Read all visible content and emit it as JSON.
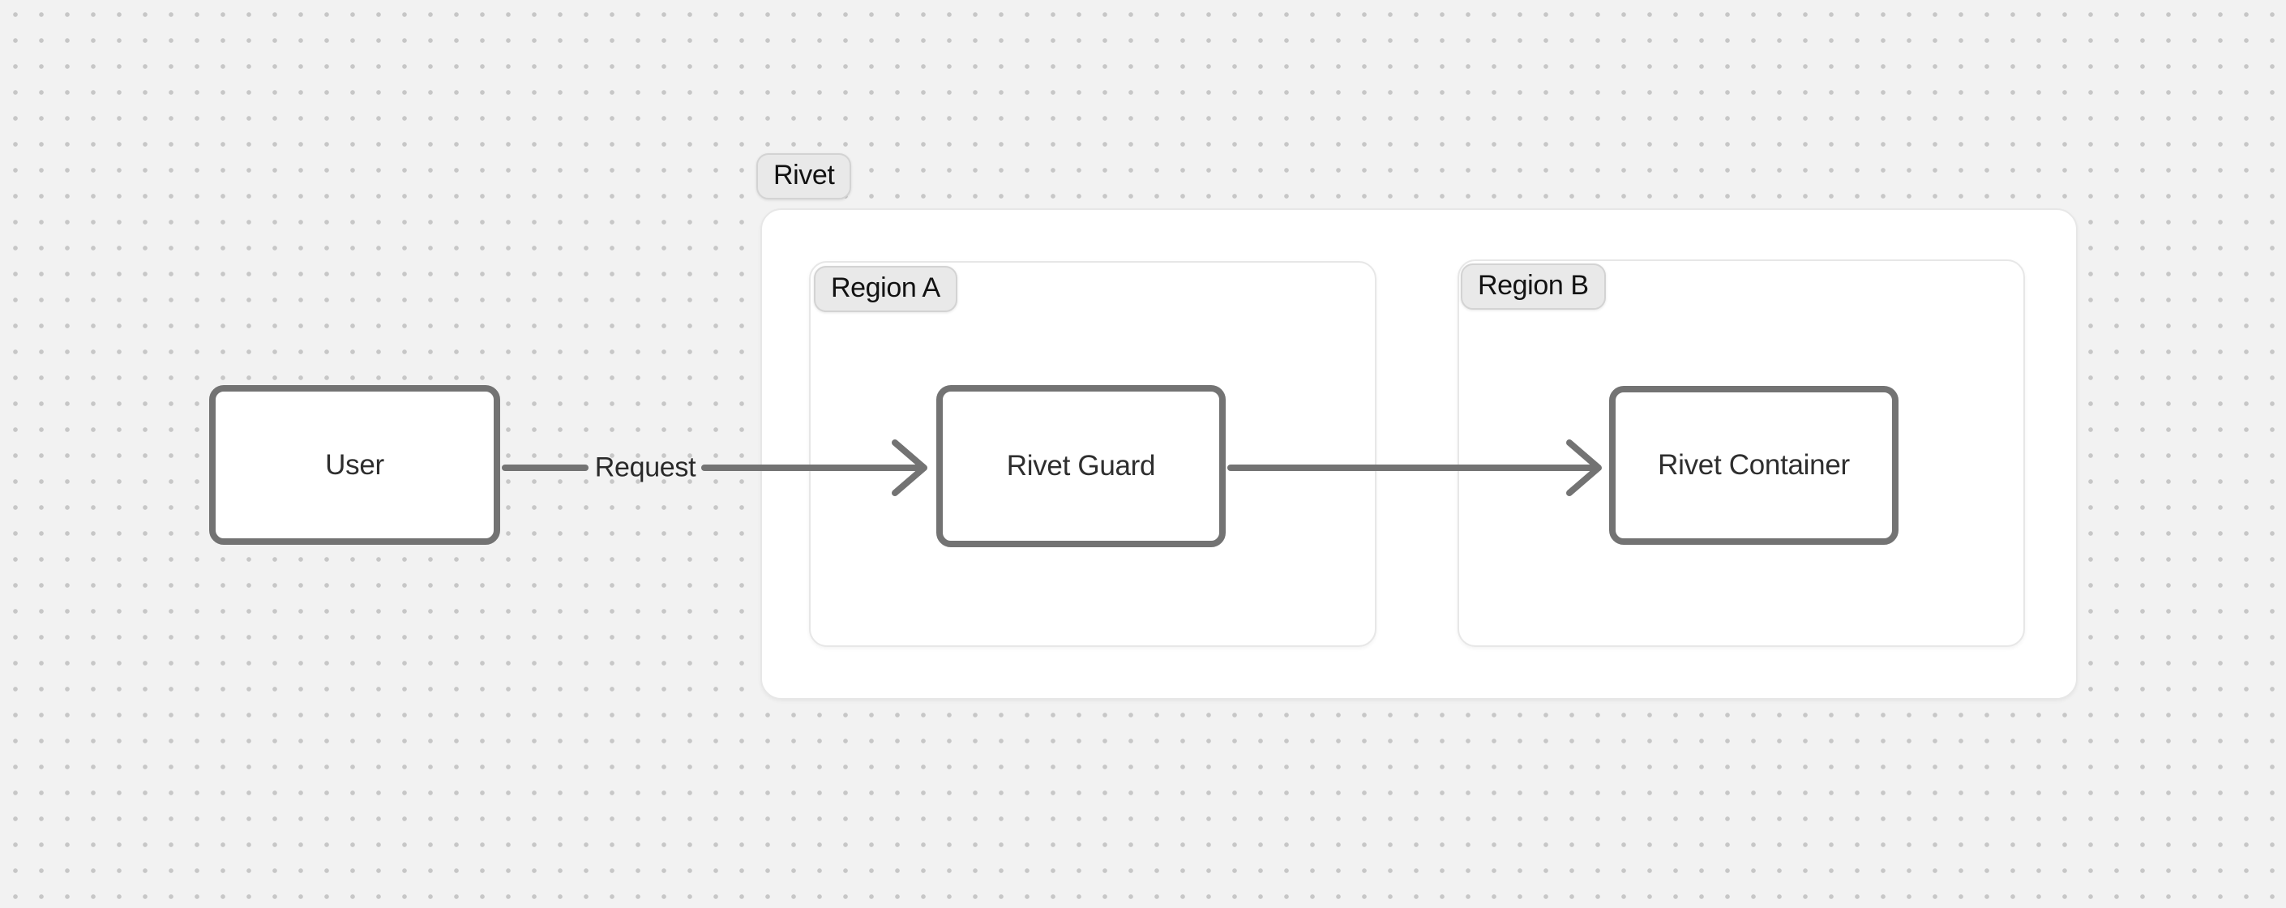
{
  "canvas": {
    "background_color": "#f2f2f2",
    "dot_color": "#c7c7c7"
  },
  "groups": {
    "rivet": {
      "label": "Rivet"
    },
    "region_a": {
      "label": "Region A"
    },
    "region_b": {
      "label": "Region B"
    }
  },
  "nodes": {
    "user": {
      "label": "User"
    },
    "rivet_guard": {
      "label": "Rivet Guard"
    },
    "rivet_container": {
      "label": "Rivet Container"
    }
  },
  "edges": {
    "user_to_guard": {
      "from": "User",
      "to": "Rivet Guard",
      "label": "Request"
    },
    "guard_to_container": {
      "from": "Rivet Guard",
      "to": "Rivet Container",
      "label": ""
    }
  },
  "colors": {
    "node_border": "#737373",
    "arrow": "#737373",
    "group_border": "#e7e7e7",
    "group_fill": "#ffffff",
    "pill_fill": "#e9e9e9",
    "pill_border": "#d3d3d3",
    "node_text": "#2e2e2e",
    "pill_text": "#121212"
  }
}
